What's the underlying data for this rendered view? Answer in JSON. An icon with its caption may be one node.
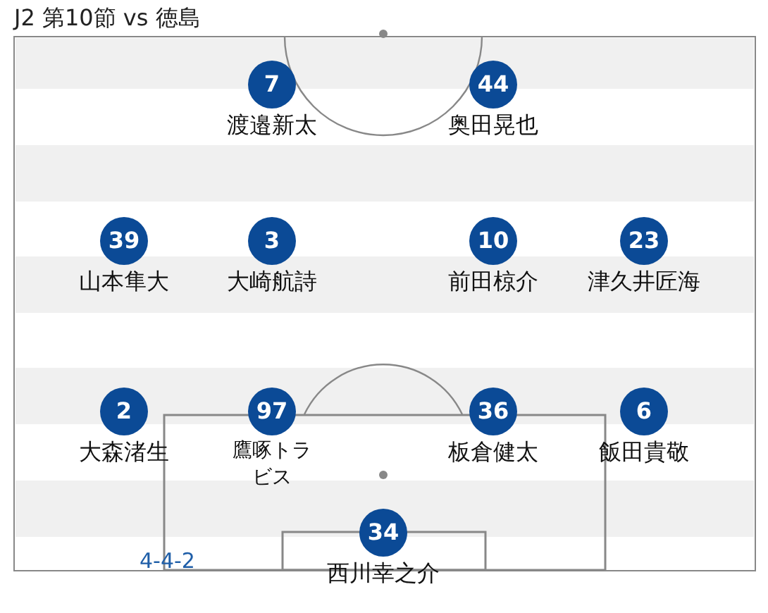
{
  "diagram": {
    "title": "J2 第10節 vs 徳島",
    "nodes": [
      {
        "text": [
          "7",
          "渡邉新太"
        ]
      },
      {
        "text": [
          "44",
          "奥田晃也"
        ]
      },
      {
        "text": [
          "39",
          "山本隼大"
        ]
      },
      {
        "text": [
          "3",
          "大崎航詩"
        ]
      },
      {
        "text": [
          "10",
          "前田椋介"
        ]
      },
      {
        "text": [
          "23",
          "津久井匠海"
        ]
      },
      {
        "text": [
          "2",
          "大森渚生"
        ]
      },
      {
        "text": [
          "97",
          "鷹啄トラビス"
        ]
      },
      {
        "text": [
          "36",
          "板倉健太"
        ]
      },
      {
        "text": [
          "6",
          "飯田貴敬"
        ]
      },
      {
        "text": [
          "34",
          "西川幸之介"
        ]
      }
    ],
    "labels": [
      "4-4-2"
    ]
  }
}
